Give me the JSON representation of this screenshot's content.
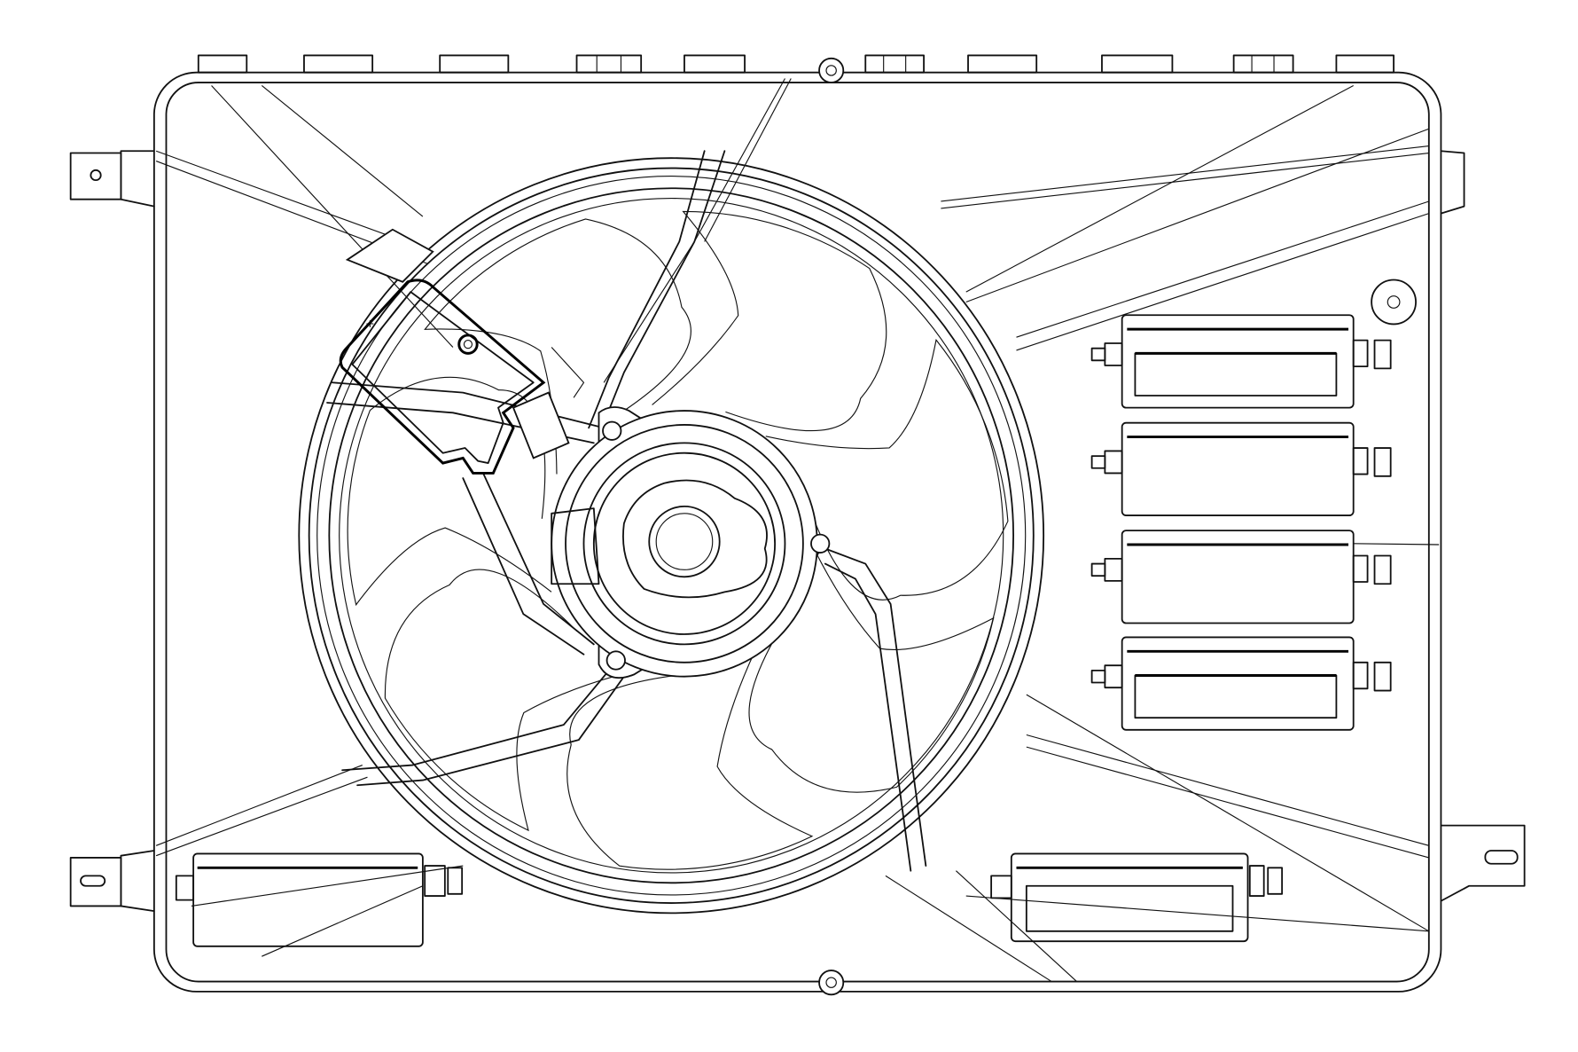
{
  "drawing": {
    "subject": "",
    "colors": {
      "line": "#111111",
      "background": "#ffffff"
    },
    "fan_blade_count": 7,
    "right_slot_count": 4,
    "bottom_slot_count": 2
  }
}
